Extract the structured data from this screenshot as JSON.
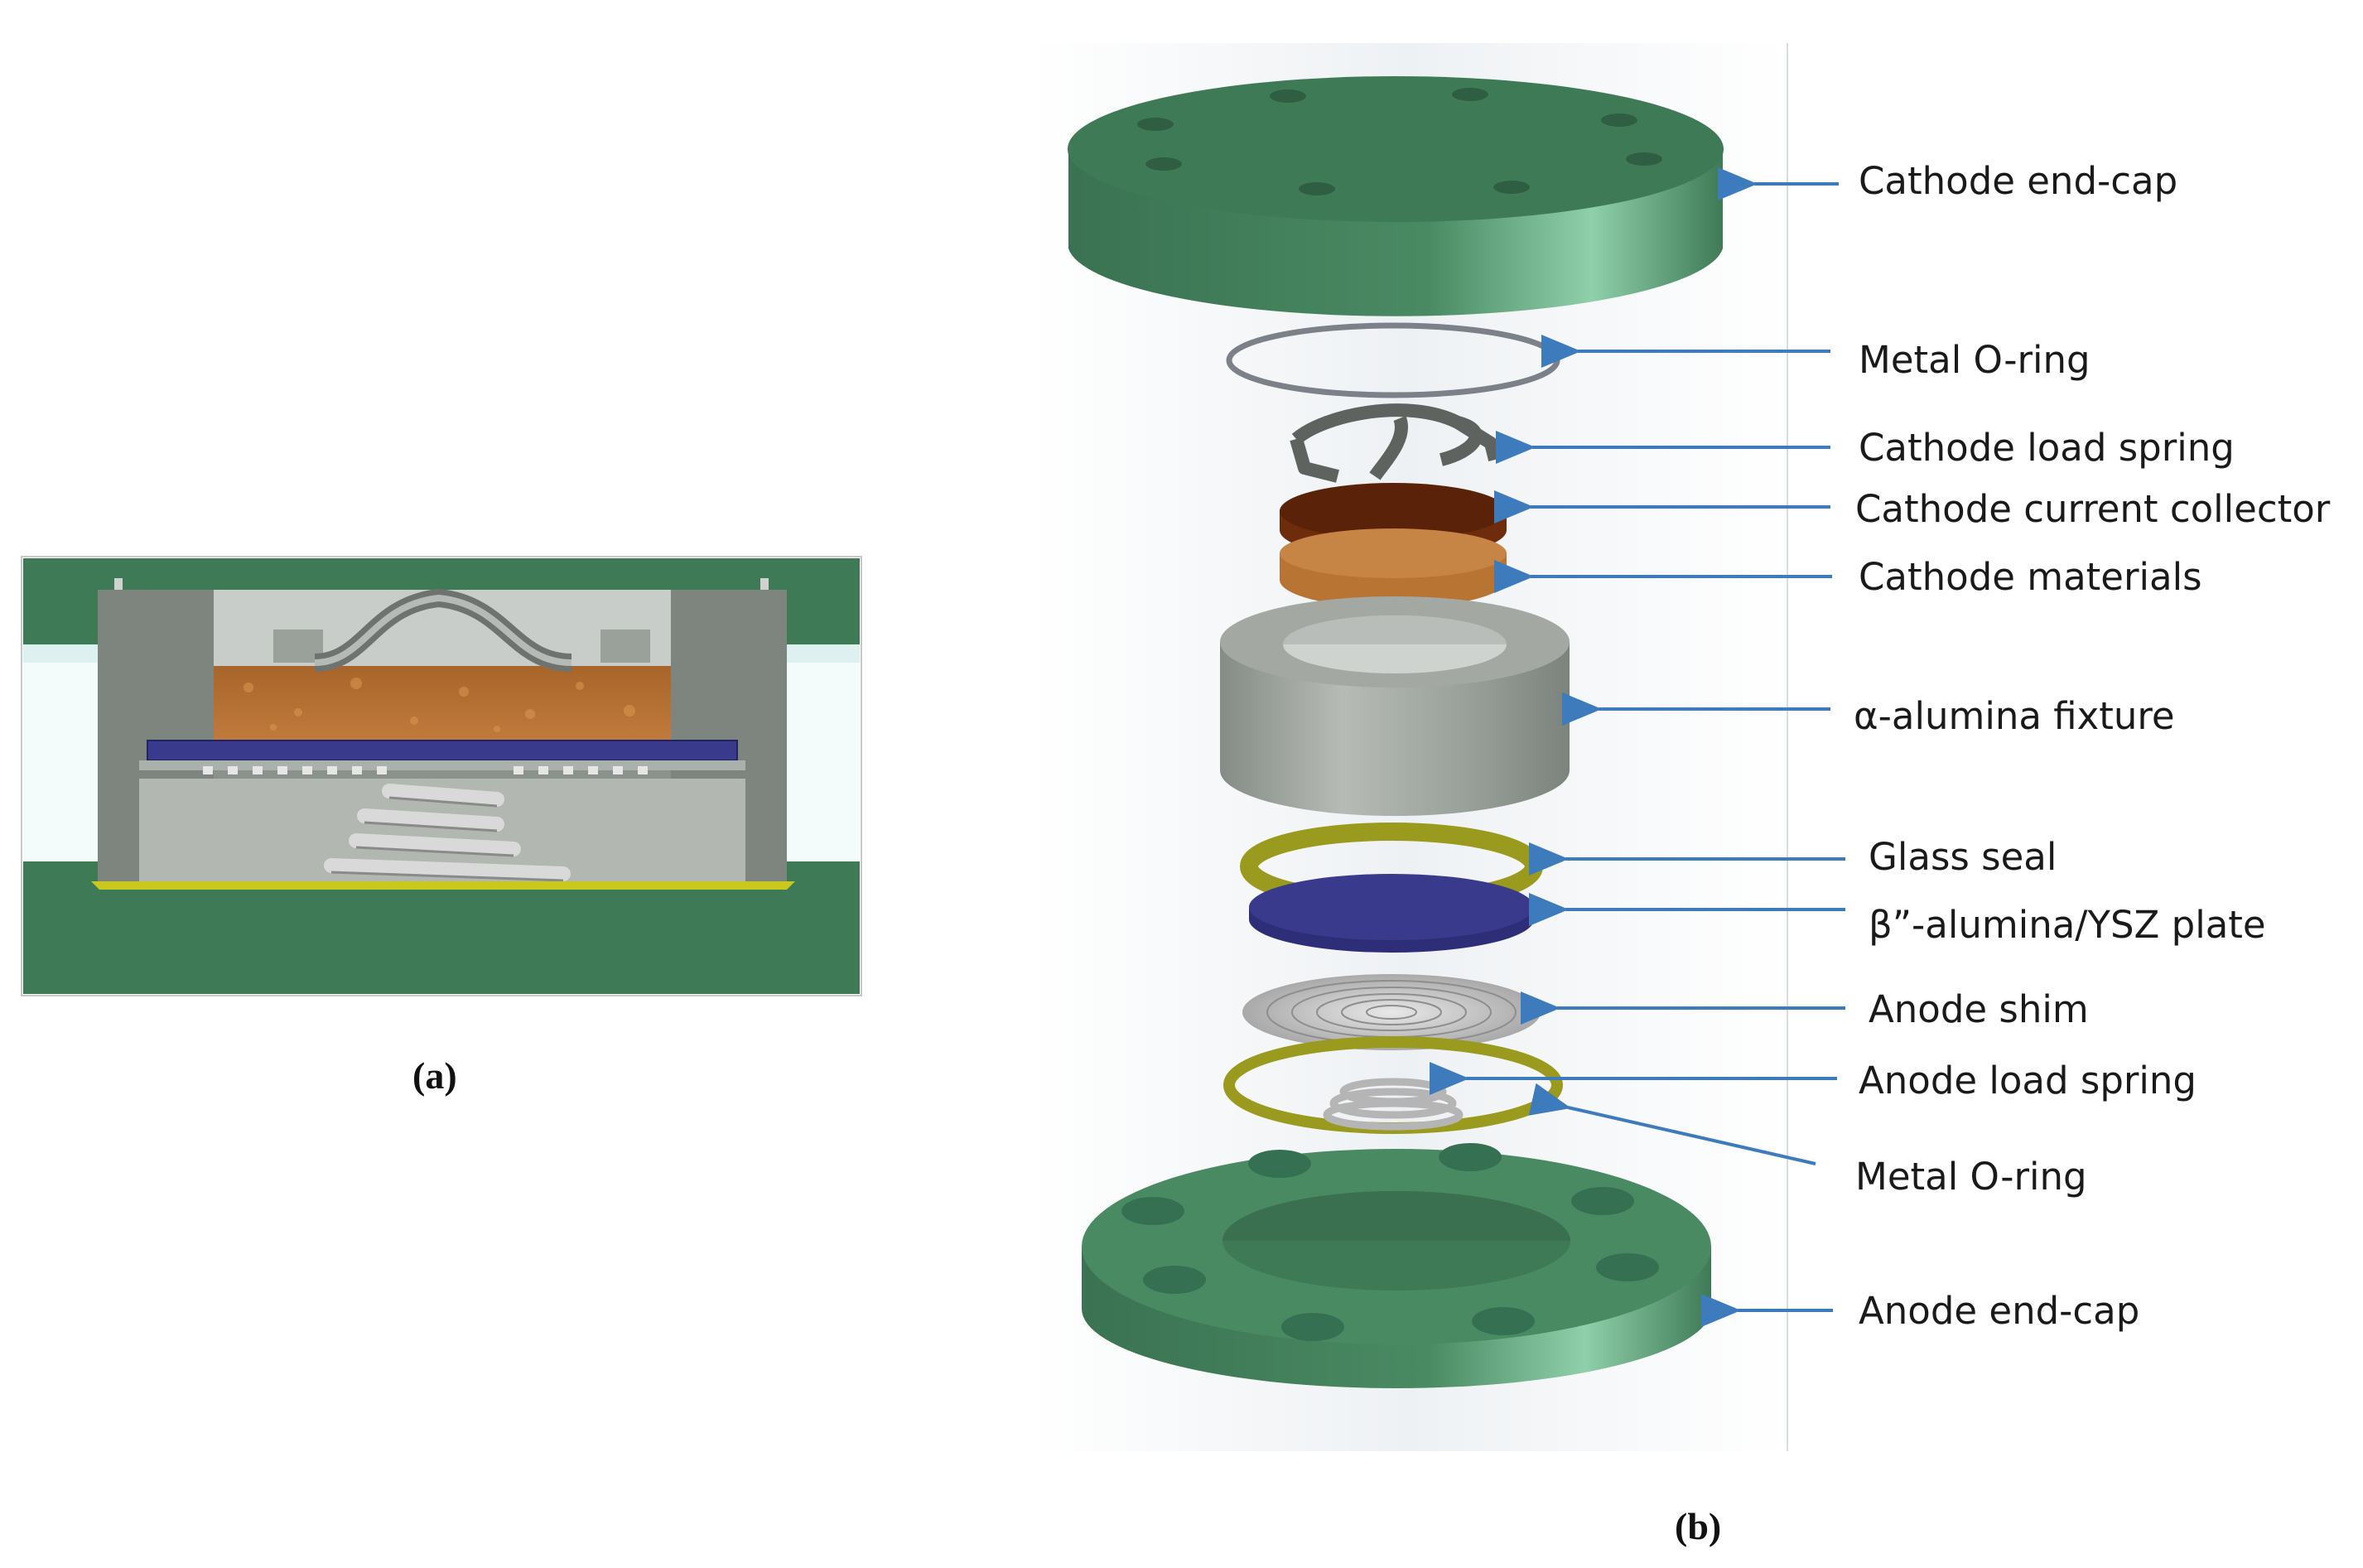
{
  "figure": {
    "panel_a": {
      "caption": "(a)"
    },
    "panel_b": {
      "caption": "(b)"
    },
    "callouts": [
      {
        "id": "cathode-end-cap",
        "label": "Cathode end-cap"
      },
      {
        "id": "metal-o-ring-top",
        "label": "Metal O-ring"
      },
      {
        "id": "cathode-load-spring",
        "label": "Cathode load spring"
      },
      {
        "id": "cathode-current-collector",
        "label": "Cathode current collector"
      },
      {
        "id": "cathode-materials",
        "label": "Cathode materials"
      },
      {
        "id": "alpha-alumina-fixture",
        "label": "α-alumina fixture"
      },
      {
        "id": "glass-seal",
        "label": "Glass seal"
      },
      {
        "id": "beta-alumina-ysz-plate",
        "label": "β”-alumina/YSZ plate"
      },
      {
        "id": "anode-shim",
        "label": "Anode shim"
      },
      {
        "id": "anode-load-spring",
        "label": "Anode load spring"
      },
      {
        "id": "metal-o-ring-bottom",
        "label": "Metal O-ring"
      },
      {
        "id": "anode-end-cap",
        "label": "Anode end-cap"
      }
    ],
    "colors": {
      "end_cap_green": "#3f7a57",
      "alumina_grey": "#9aa09a",
      "cathode_brown": "#b06a2c",
      "collector_dark": "#5a2208",
      "glass_seal_olive": "#9a9a1e",
      "bass_plate_blue": "#3a3a8c",
      "arrow_blue": "#3d7bbd"
    }
  }
}
